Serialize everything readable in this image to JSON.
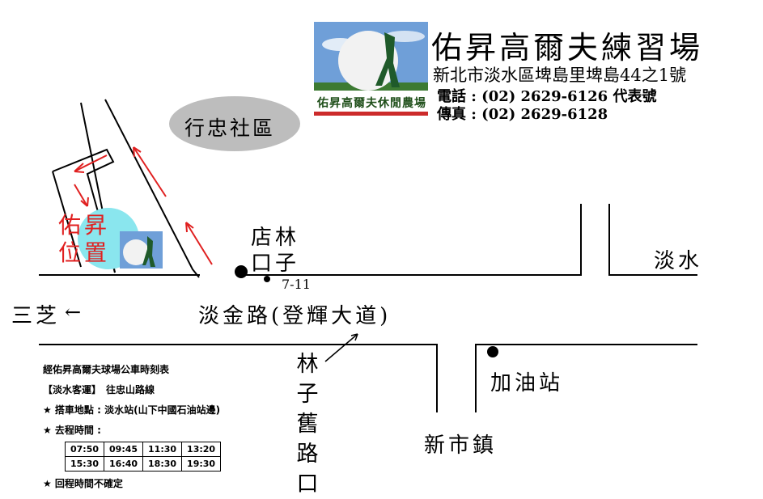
{
  "header": {
    "title": "佑昇高爾夫練習場",
    "address": "新北市淡水區埤島里埤島44之1號",
    "phone": "電話 : (02) 2629-6126  代表號",
    "fax": "傳真 : (02) 2629-6128"
  },
  "logo": {
    "caption": "佑昇高爾夫休閒農場",
    "colors": {
      "sky": "#6f9fd8",
      "grass": "#3c7a32",
      "golfer": "#1f5a2a",
      "ball": "#f2f2f2"
    }
  },
  "map": {
    "community": "行忠社區",
    "destination": "佑昇位置",
    "junction_top": "店林口子",
    "store": "7-11",
    "main_road": "淡金路(登輝大道)",
    "west": "三芝",
    "west_arrow": "←",
    "east": "淡水",
    "lane": "林子舊路口",
    "gas_station": "加油站",
    "town": "新市鎮",
    "colors": {
      "route_arrow": "#e02020",
      "community_oval": "#bdbdbd",
      "highlight": "#8ae6ee"
    }
  },
  "schedule": {
    "title": "經佑昇高爾夫球場公車時刻表",
    "operator": "【淡水客運】　往忠山路線",
    "stop": "★ 搭車地點 : 淡水站(山下中國石油站邊)",
    "departure_label": "★ 去程時間 :",
    "times": [
      [
        "07:50",
        "09:45",
        "11:30",
        "13:20"
      ],
      [
        "15:30",
        "16:40",
        "18:30",
        "19:30"
      ]
    ],
    "return_note": "★ 回程時間不確定"
  }
}
